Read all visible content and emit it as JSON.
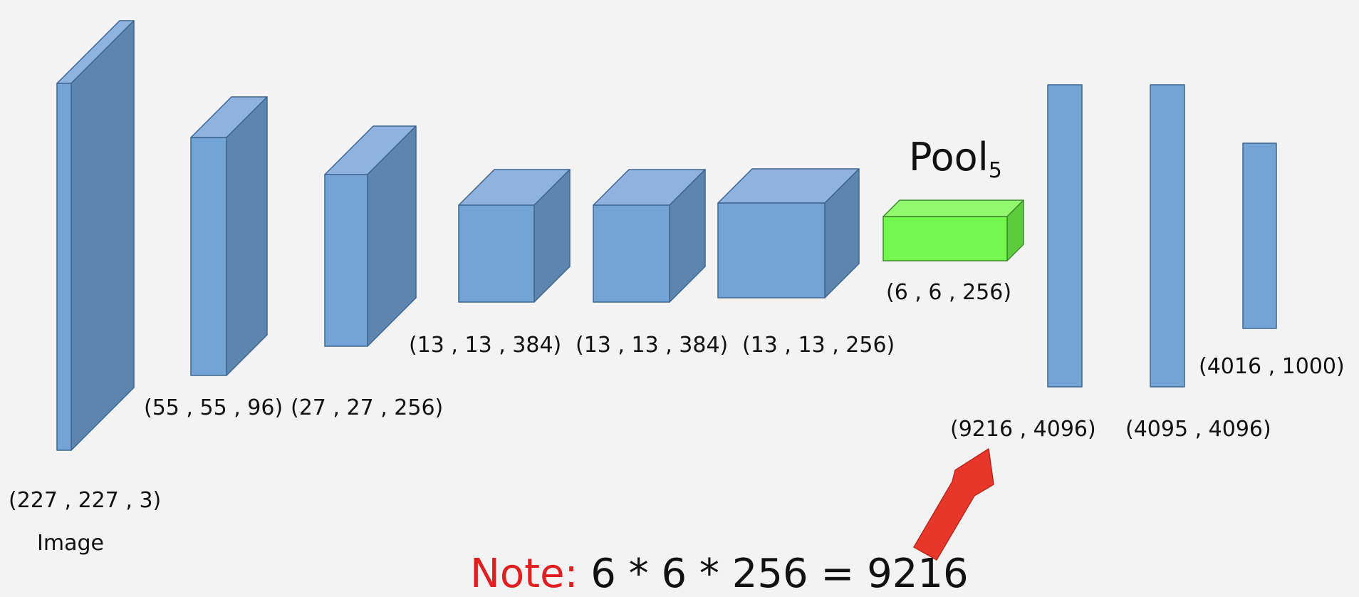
{
  "colors": {
    "background": "#f3f3f3",
    "layer_front": "#74a3d5",
    "layer_top": "#8fb2de",
    "layer_side": "#5e85ae",
    "layer_edge": "#3e6690",
    "pool_front": "#74f74f",
    "pool_top": "#92f86e",
    "pool_side": "#5ccc3c",
    "pool_edge": "#3e8a2c",
    "arrow": "#e8372a",
    "note_accent": "#e02020"
  },
  "layers": {
    "input": {
      "shape": "(227 , 227 , 3)",
      "name": "Image"
    },
    "conv1": {
      "shape": "(55 , 55 , 96)"
    },
    "conv2": {
      "shape": "(27 , 27 , 256)"
    },
    "conv3": {
      "shape": "(13 , 13 , 384)"
    },
    "conv4": {
      "shape": "(13 , 13 , 384)"
    },
    "conv5": {
      "shape": "(13 , 13 , 256)"
    },
    "pool5": {
      "shape": "(6 , 6 , 256)",
      "name": "Pool",
      "subscript": "5"
    },
    "fc6": {
      "shape": "(9216 , 4096)"
    },
    "fc7": {
      "shape": "(4095 , 4096)"
    },
    "fc8": {
      "shape": "(4016 , 1000)"
    }
  },
  "note": {
    "label": "Note:",
    "equation": "6 * 6 * 256 = 9216"
  }
}
